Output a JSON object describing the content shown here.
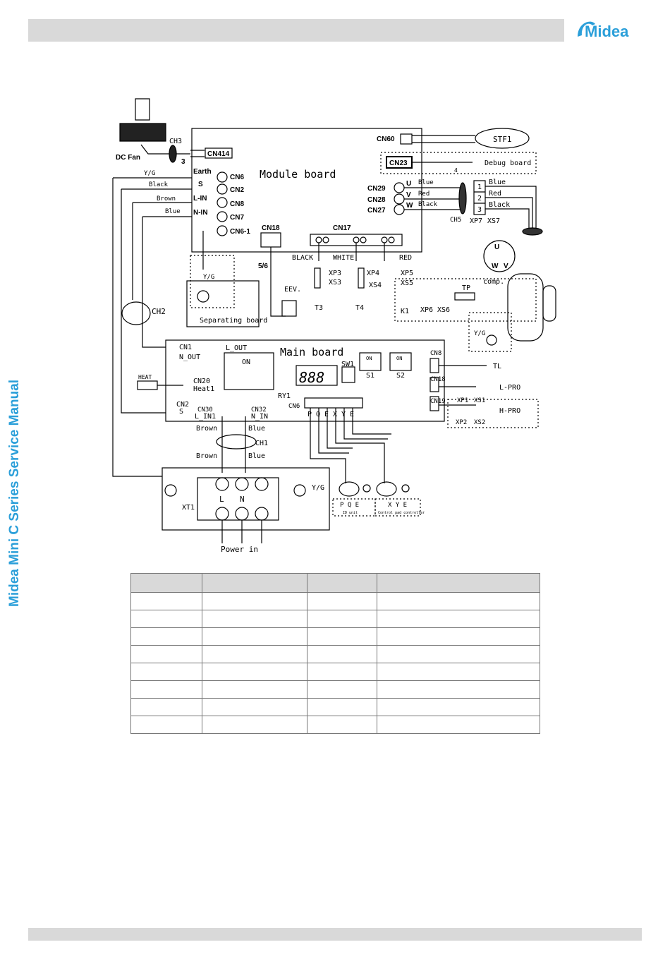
{
  "header": {
    "brand": "Midea"
  },
  "sidebar": {
    "manual_title": "Midea Mini C Series Service Manual"
  },
  "diagram": {
    "fan": {
      "label": "DC Fan",
      "ch3": "CH3",
      "wire_count": "3",
      "connector": "CN414"
    },
    "module_board": {
      "title": "Module board",
      "earth": "Earth",
      "s": "S",
      "lin": "L-IN",
      "nin": "N-IN",
      "cn6": "CN6",
      "cn2": "CN2",
      "cn8": "CN8",
      "cn7": "CN7",
      "cn61": "CN6-1",
      "cn18": "CN18",
      "cn17": "CN17",
      "cn60": "CN60",
      "cn23": "CN23",
      "cn29": "CN29",
      "cn28": "CN28",
      "cn27": "CN27",
      "u": "U",
      "v": "V",
      "w": "W",
      "black": "BLACK",
      "white": "WHITE",
      "red": "RED"
    },
    "stf1": "STF1",
    "debug_board": "Debug board",
    "debug_wires": "4",
    "uvw_wires": [
      "Blue",
      "Red",
      "Black"
    ],
    "ch5": "CH5",
    "xp7": "XP7",
    "xs7": "XS7",
    "terminal_numbers": [
      "1",
      "2",
      "3"
    ],
    "comp_wires": [
      "Blue",
      "Red",
      "Black"
    ],
    "comp": "comp.",
    "comp_letters": {
      "u": "U",
      "w": "W",
      "v": "V"
    },
    "power_wires": {
      "yg": "Y/G",
      "black": "Black",
      "brown": "Brown",
      "blue": "Blue"
    },
    "separating_board": "Separating board",
    "sep_yg": "Y/G",
    "eev_wires": "5/6",
    "eev": "EEV.",
    "sensors": {
      "xp3": "XP3",
      "xs3": "XS3",
      "t3": "T3",
      "xp4": "XP4",
      "xs4": "XS4",
      "t4": "T4",
      "xp5": "XP5",
      "xs5": "XS5",
      "tp": "TP",
      "k1": "K1",
      "xp6": "XP6",
      "xs6": "XS6"
    },
    "ch2": "CH2",
    "comp_yg": "Y/G",
    "main_board": {
      "title": "Main board",
      "cn1": "CN1",
      "nout": "N_OUT",
      "lout": "L_OUT",
      "on": "ON",
      "sw1": "SW1",
      "s1": "S1",
      "s2": "S2",
      "dip_on": "ON",
      "display": "888",
      "cn20": "CN20",
      "heat1": "Heat1",
      "heat": "HEAT",
      "cn2": "CN2",
      "s": "S",
      "ry1": "RY1",
      "cn6": "CN6",
      "cn30": "CN30",
      "lin1": "L_IN1",
      "cn32": "CN32",
      "nin": "N_IN",
      "terminals": [
        "P",
        "Q",
        "E",
        "X",
        "Y",
        "E"
      ],
      "cn8": "CN8",
      "tl": "TL",
      "cn18": "CN18",
      "lpro": "L-PRO",
      "xp1": "XP1",
      "xs1": "XS1",
      "cn19": "CN19",
      "hpro": "H-PRO",
      "xp2": "XP2",
      "xs2": "XS2"
    },
    "ch1": {
      "label": "CH1",
      "brown_top": "Brown",
      "blue_top": "Blue",
      "brown_bottom": "Brown",
      "blue_bottom": "Blue"
    },
    "xt1": "XT1",
    "xt1_terms": [
      "L",
      "N"
    ],
    "xt1_yg": "Y/G",
    "pqe_box": {
      "letters": "P Q E",
      "caption": "ID unit"
    },
    "xye_box": {
      "letters": "X Y E",
      "caption": "Control pad controller"
    },
    "power_in": "Power  in"
  },
  "legend_table": {
    "headers": [
      "",
      "",
      "",
      ""
    ],
    "rows": [
      [
        "",
        "",
        "",
        ""
      ],
      [
        "",
        "",
        "",
        ""
      ],
      [
        "",
        "",
        "",
        ""
      ],
      [
        "",
        "",
        "",
        ""
      ],
      [
        "",
        "",
        "",
        ""
      ],
      [
        "",
        "",
        "",
        ""
      ],
      [
        "",
        "",
        "",
        ""
      ],
      [
        "",
        "",
        "",
        ""
      ]
    ]
  }
}
